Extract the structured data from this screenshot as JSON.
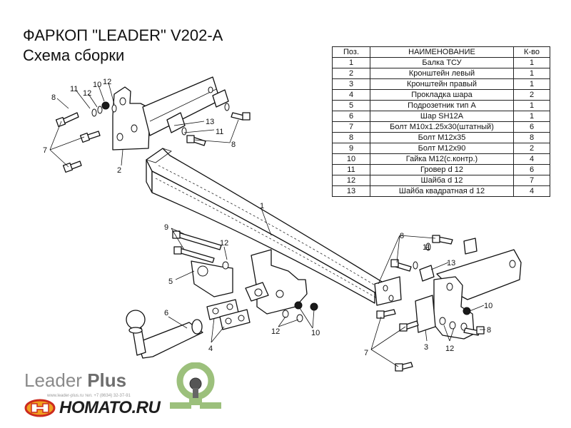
{
  "header": {
    "title": "ФАРКОП \"LEADER\" V202-A",
    "subtitle": "Схема сборки"
  },
  "table": {
    "headers": [
      "Поз.",
      "НАИМЕНОВАНИЕ",
      "К-во"
    ],
    "rows": [
      [
        "1",
        "Балка ТСУ",
        "1"
      ],
      [
        "2",
        "Кронштейн левый",
        "1"
      ],
      [
        "3",
        "Кронштейн правый",
        "1"
      ],
      [
        "4",
        "Прокладка шара",
        "2"
      ],
      [
        "5",
        "Подрозетник тип А",
        "1"
      ],
      [
        "6",
        "Шар SH12A",
        "1"
      ],
      [
        "7",
        "Болт М10х1.25х30(штатный)",
        "6"
      ],
      [
        "8",
        "Болт М12х35",
        "8"
      ],
      [
        "9",
        "Болт М12х90",
        "2"
      ],
      [
        "10",
        "Гайка М12(с.контр.)",
        "4"
      ],
      [
        "11",
        "Гровер d 12",
        "6"
      ],
      [
        "12",
        "Шайба d 12",
        "7"
      ],
      [
        "13",
        "Шайба квадратная d 12",
        "4"
      ]
    ]
  },
  "callouts": {
    "c8a": "8",
    "c11a": "11",
    "c12a": "12",
    "c10a": "10",
    "c12b": "12",
    "c7a": "7",
    "c2": "2",
    "c13a": "13",
    "c11b": "11",
    "c8b": "8",
    "c1": "1",
    "c9": "9",
    "c12c": "12",
    "c5": "5",
    "c6": "6",
    "c4": "4",
    "c12d": "12",
    "c10b": "10",
    "c8c": "8",
    "c11c": "11",
    "c13b": "13",
    "c10c": "10",
    "c8d": "8",
    "c3": "3",
    "c12e": "12",
    "c7b": "7"
  },
  "brand": {
    "name_light": "Leader",
    "name_bold": "Plus",
    "contact": "www.leader-plus.ru   тел. +7 (8634) 32-37-91",
    "domain": "HOMATO.RU"
  },
  "colors": {
    "line": "#111111",
    "brand_gray": "#8a8a8a",
    "logo_green": "#9cc07c",
    "logo_orange": "#f0a020",
    "logo_red": "#cc2a1e"
  }
}
